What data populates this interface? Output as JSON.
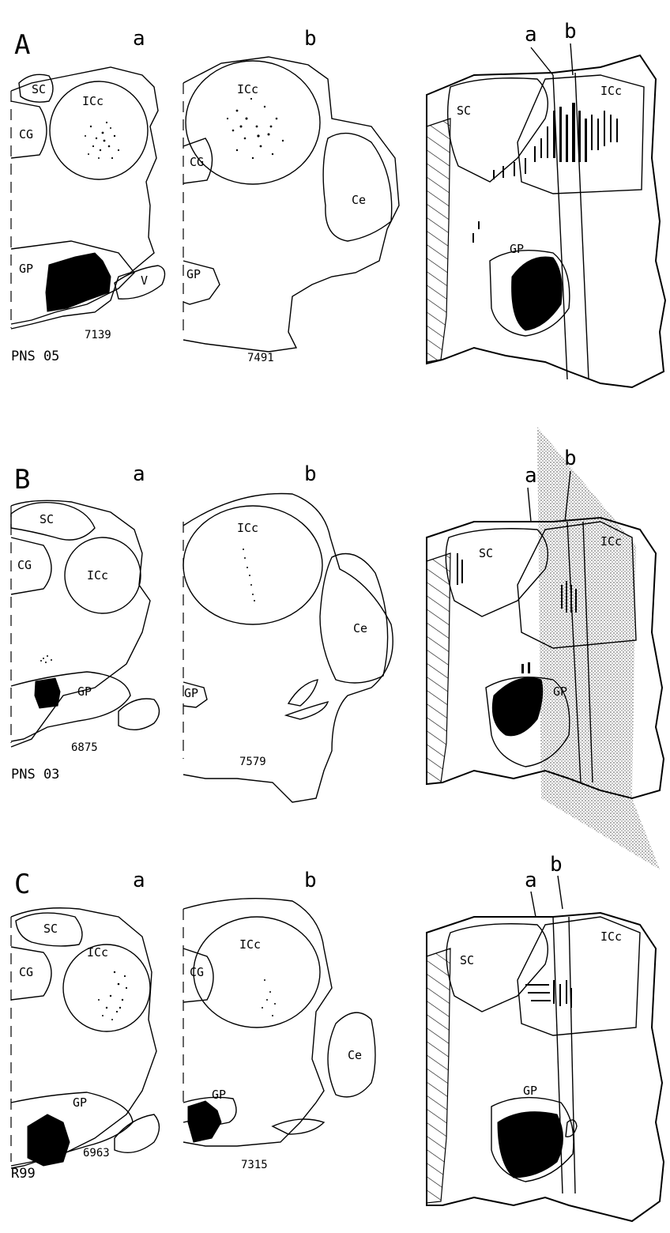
{
  "panels": [
    {
      "letter": "A",
      "col_a": "a",
      "col_b": "b",
      "case_id": "PNS 05",
      "section_a": "7139",
      "section_b": "7491",
      "schematic_a": "a",
      "schematic_b": "b"
    },
    {
      "letter": "B",
      "col_a": "a",
      "col_b": "b",
      "case_id": "PNS 03",
      "section_a": "6875",
      "section_b": "7579",
      "schematic_a": "a",
      "schematic_b": "b"
    },
    {
      "letter": "C",
      "col_a": "a",
      "col_b": "b",
      "case_id": "R99",
      "section_a": "6963",
      "section_b": "7315",
      "schematic_a": "a",
      "schematic_b": "b"
    }
  ],
  "regions": {
    "sc": "SC",
    "icc": "ICc",
    "cg": "CG",
    "gp": "GP",
    "ce": "Ce",
    "v": "V"
  }
}
